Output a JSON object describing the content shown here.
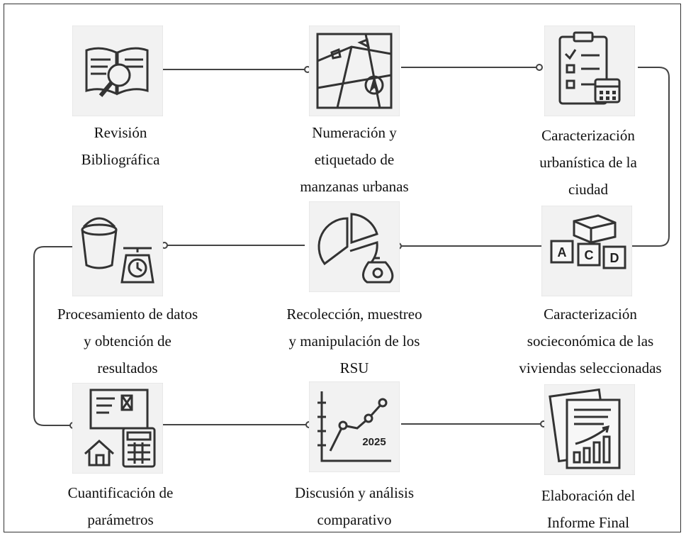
{
  "steps": [
    {
      "label": "Revisión\nBibliográfica",
      "icon": "open-book-magnifier-icon"
    },
    {
      "label": "Numeración y\netiquetado de\nmanzanas urbanas",
      "icon": "city-map-icon"
    },
    {
      "label": "Caracterización\nurbanística de la\nciudad",
      "icon": "clipboard-checklist-icon"
    },
    {
      "label": "Caracterización\nsocieconómica de las\nviviendas seleccionadas",
      "icon": "blocks-acd-icon"
    },
    {
      "label": "Recolección, muestreo\ny manipulación de los\nRSU",
      "icon": "pie-chart-waste-bag-icon"
    },
    {
      "label": "Procesamiento de datos\ny obtención de\nresultados",
      "icon": "bucket-scale-icon"
    },
    {
      "label": "Cuantificación de\nparámetros",
      "icon": "house-calculator-icon"
    },
    {
      "label": "Discusión y análisis\ncomparativo",
      "icon": "line-chart-2025-icon"
    },
    {
      "label": "Elaboración del\nInforme Final",
      "icon": "report-documents-icon"
    }
  ],
  "chart_year": "2025",
  "block_letters": [
    "A",
    "C",
    "D"
  ]
}
